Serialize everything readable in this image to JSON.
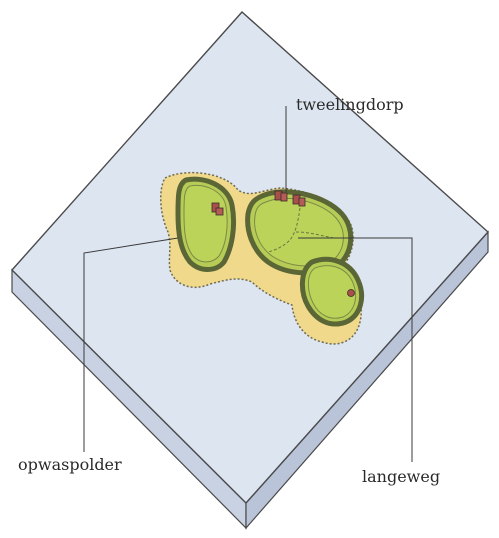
{
  "labels": {
    "tweelingdorp": "tweelingdorp",
    "opwaspolder": "opwaspolder",
    "langeweg": "langeweg"
  },
  "colors": {
    "water": "#dfe6f1",
    "slab_side": "#c7d1e2",
    "sand": "#f0d98a",
    "polder": "#b9cf5a",
    "dike": "#5f6a3a",
    "house": "#a8504a"
  }
}
